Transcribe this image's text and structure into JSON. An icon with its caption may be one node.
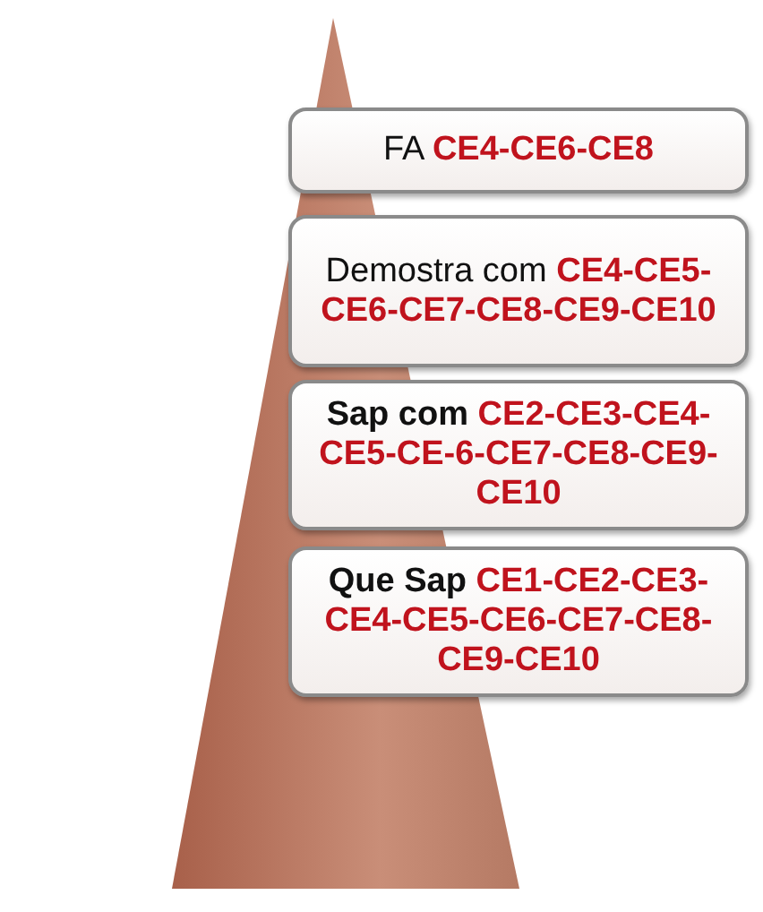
{
  "diagram": {
    "nodes": [
      {
        "text": [
          "FA",
          "CE4-CE6-CE8"
        ]
      },
      {
        "text": [
          "Demostra com",
          "CE4-CE5-CE6-CE7-CE8-CE9-CE10"
        ]
      },
      {
        "text": [
          "Sap com",
          "CE2-CE3-CE4-CE5-CE-6-CE7-CE8-CE9-CE10"
        ]
      },
      {
        "text": [
          "Que Sap",
          "CE1-CE2-CE3-CE4-CE5-CE6-CE7-CE8-CE9-CE10"
        ]
      }
    ]
  }
}
